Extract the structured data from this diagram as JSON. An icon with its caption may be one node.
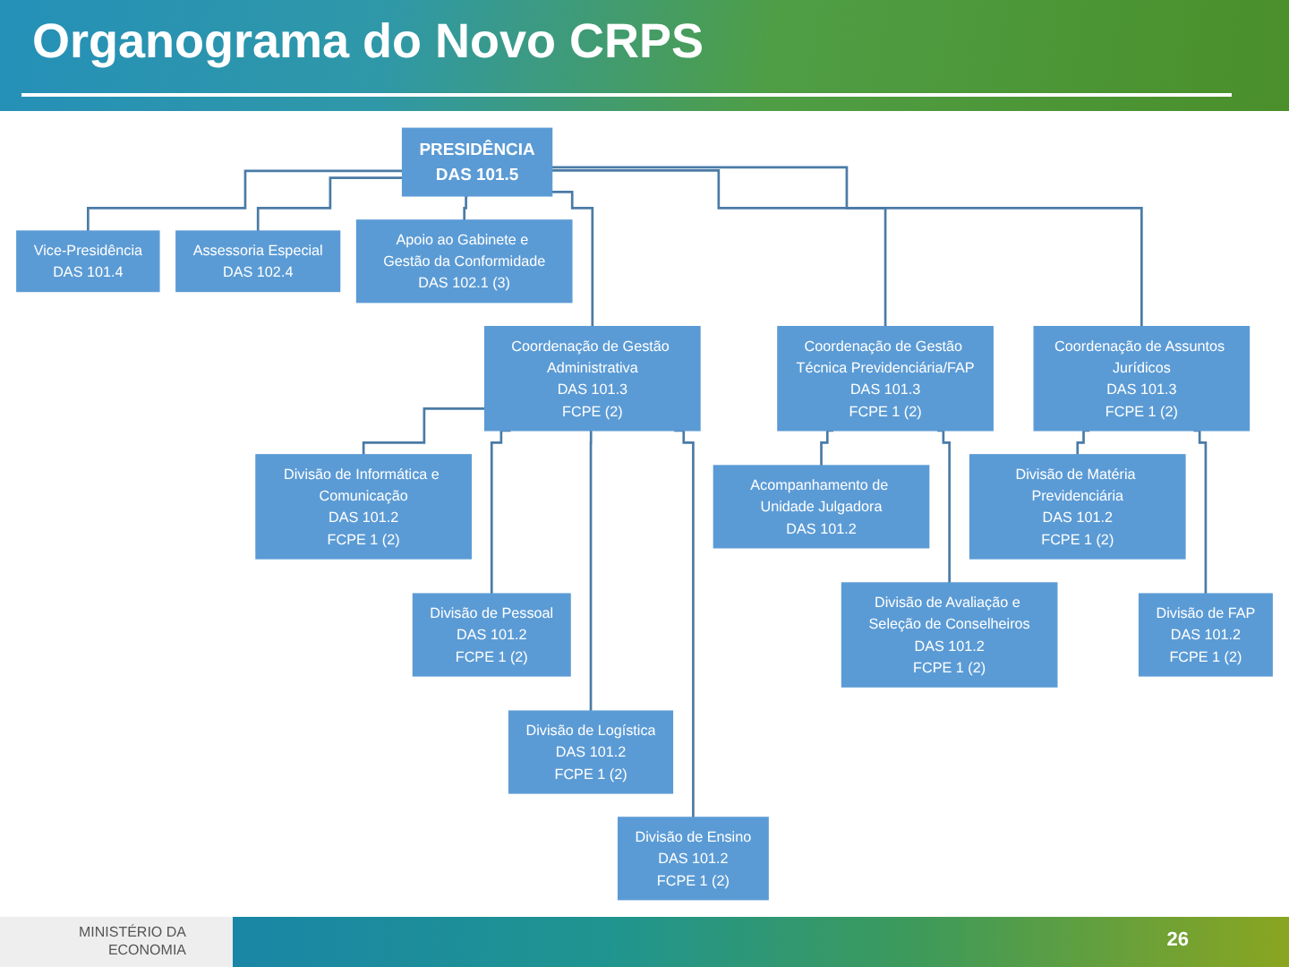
{
  "diagram": {
    "title": "Organograma do Novo CRPS",
    "nodes": [
      {
        "text": [
          "PRESIDÊNCIA",
          "DAS 101.5"
        ]
      },
      {
        "text": [
          "Vice-Presidência",
          "DAS 101.4"
        ]
      },
      {
        "text": [
          "Assessoria Especial",
          "DAS 102.4"
        ]
      },
      {
        "text": [
          "Apoio ao Gabinete e Gestão da Conformidade",
          "DAS 102.1 (3)"
        ]
      },
      {
        "text": [
          "Coordenação de Gestão Administrativa",
          "DAS 101.3",
          "FCPE (2)"
        ]
      },
      {
        "text": [
          "Divisão de Informática e Comunicação",
          "DAS 101.2",
          "FCPE 1 (2)"
        ]
      },
      {
        "text": [
          "Divisão de Pessoal",
          "DAS 101.2",
          "FCPE 1 (2)"
        ]
      },
      {
        "text": [
          "Divisão de Logística",
          "DAS 101.2",
          "FCPE 1 (2)"
        ]
      },
      {
        "text": [
          "Divisão de Ensino",
          "DAS 101.2",
          "FCPE 1 (2)"
        ]
      },
      {
        "text": [
          "Coordenação de Gestão Técnica Previdenciária/FAP",
          "DAS 101.3",
          "FCPE 1 (2)"
        ]
      },
      {
        "text": [
          "Acompanhamento de Unidade Julgadora",
          "DAS 101.2"
        ]
      },
      {
        "text": [
          "Divisão de Avaliação e Seleção de Conselheiros",
          "DAS 101.2",
          "FCPE 1 (2)"
        ]
      },
      {
        "text": [
          "Coordenação de Assuntos Jurídicos",
          "DAS 101.3",
          "FCPE 1 (2)"
        ]
      },
      {
        "text": [
          "Divisão de Matéria Previdenciária",
          "DAS 101.2",
          "FCPE 1 (2)"
        ]
      },
      {
        "text": [
          "Divisão de FAP",
          "DAS 101.2",
          "FCPE 1 (2)"
        ]
      }
    ],
    "edges": [
      {
        "from": 0,
        "to": 1,
        "arrow": "none"
      },
      {
        "from": 0,
        "to": 2,
        "arrow": "none"
      },
      {
        "from": 0,
        "to": 3,
        "arrow": "none"
      },
      {
        "from": 0,
        "to": 4,
        "arrow": "none"
      },
      {
        "from": 0,
        "to": 9,
        "arrow": "none"
      },
      {
        "from": 0,
        "to": 12,
        "arrow": "none"
      },
      {
        "from": 4,
        "to": 5,
        "arrow": "none"
      },
      {
        "from": 4,
        "to": 6,
        "arrow": "none"
      },
      {
        "from": 4,
        "to": 7,
        "arrow": "none"
      },
      {
        "from": 4,
        "to": 8,
        "arrow": "none"
      },
      {
        "from": 9,
        "to": 10,
        "arrow": "none"
      },
      {
        "from": 9,
        "to": 11,
        "arrow": "none"
      },
      {
        "from": 12,
        "to": 13,
        "arrow": "none"
      },
      {
        "from": 12,
        "to": 14,
        "arrow": "none"
      }
    ],
    "labels": [
      "MINISTÉRIO DA ECONOMIA",
      "26"
    ]
  }
}
